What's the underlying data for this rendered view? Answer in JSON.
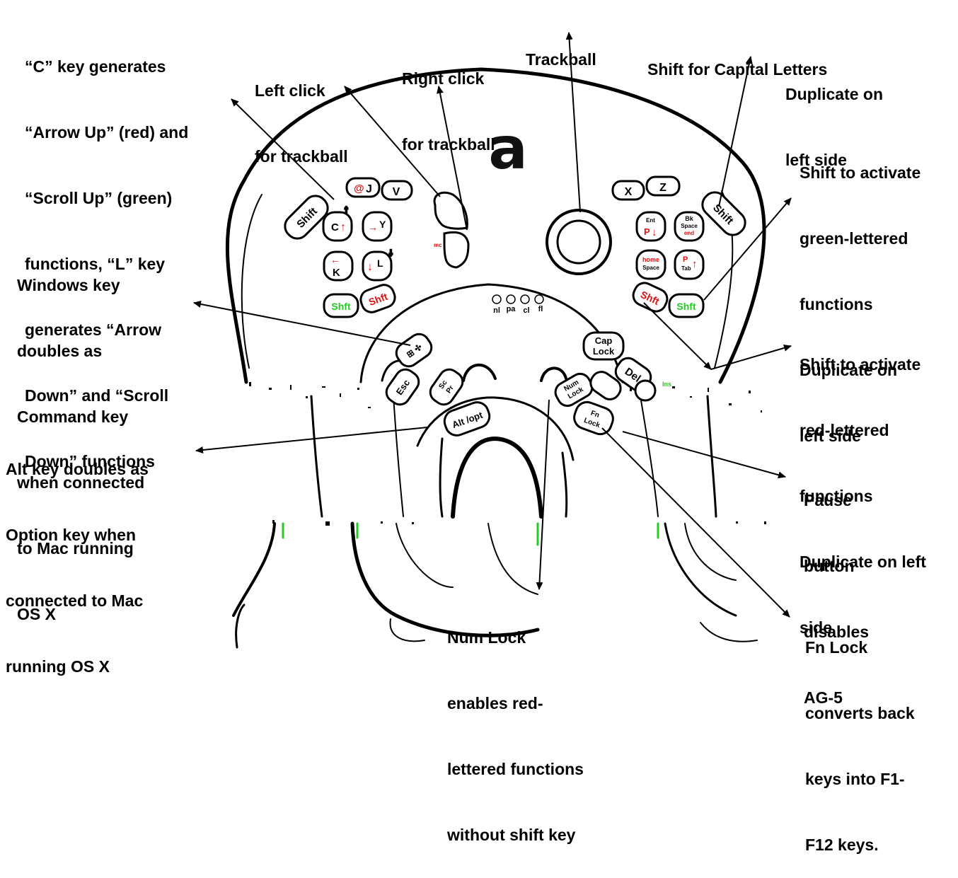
{
  "annotations": {
    "c_key": [
      "“C” key generates",
      "“Arrow Up” (red) and",
      "“Scroll Up” (green)",
      "functions, “L” key",
      "generates “Arrow",
      "Down” and “Scroll",
      "Down” functions"
    ],
    "left_click": [
      "Left click",
      "for trackball"
    ],
    "right_click": [
      "Right click",
      "for trackball"
    ],
    "trackball": [
      "Trackball"
    ],
    "shift_capital": [
      "Shift for Capital Letters"
    ],
    "shift_capital_dup": [
      "Duplicate on",
      "left side"
    ],
    "shift_green": [
      "Shift to activate",
      "green-lettered",
      "functions",
      "Duplicate on",
      "left side"
    ],
    "windows_key": [
      "Windows key",
      "doubles as",
      "Command key",
      "when connected",
      "to Mac running",
      "OS X"
    ],
    "shift_red": [
      "Shift to activate",
      "red-lettered",
      "functions",
      "Duplicate on left",
      "side"
    ],
    "alt_key": [
      "Alt key doubles as",
      "Option key when",
      "connected to Mac",
      "running OS X"
    ],
    "pause": [
      "Pause",
      "button",
      "disables",
      "AG-5"
    ],
    "num_lock": [
      "Num Lock",
      "enables red-",
      "lettered functions",
      "without shift key"
    ],
    "fn_lock": [
      "Fn Lock",
      "converts back",
      "keys into F1-",
      "F12 keys."
    ]
  },
  "keyboard": {
    "logo_letter": "a",
    "keys": {
      "shift_left": "Shift",
      "shift_right": "Shift",
      "at_j": "@J",
      "at_j_red": "@",
      "at_j_black": "J",
      "v": "V",
      "c": "C",
      "y": "Y",
      "k": "K",
      "l": "L",
      "shft_green": "Shft",
      "shft_red": "Shft",
      "x": "X",
      "z": "Z",
      "ent": "Ent",
      "p": "P",
      "bk": "Bk",
      "space": "Space",
      "end": "end",
      "home": "home",
      "tab": "Tab",
      "cap": "Cap",
      "lock": "Lock",
      "del": "Del",
      "esc": "Esc",
      "prt_sc": "Sc",
      "prt_p": "Pr",
      "alt_opt": "Alt /opt",
      "num": "Num",
      "num_lock": "Lock",
      "fn": "Fn",
      "fn_lock": "Lock",
      "ins": "Ins",
      "mc": "mc"
    },
    "leds": [
      "nl",
      "pa",
      "cl",
      "fl"
    ],
    "colors": {
      "green": "#22cc22",
      "red": "#dd1111",
      "outline": "#000000"
    }
  }
}
